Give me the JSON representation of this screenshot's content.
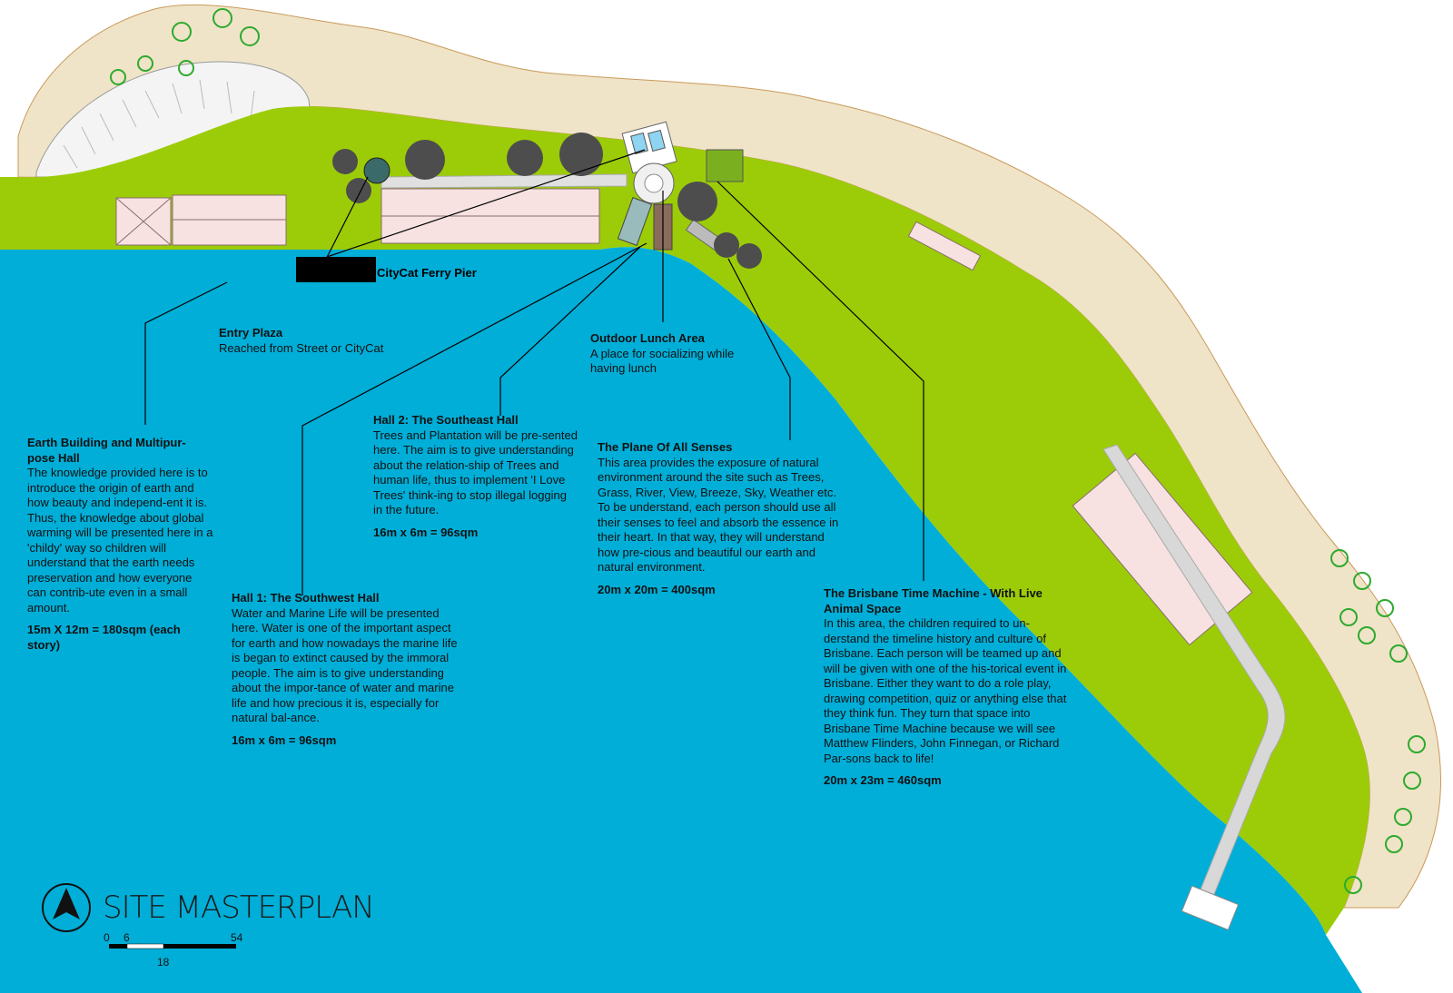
{
  "title": "SITE MASTERPLAN",
  "scale": {
    "labels": [
      "0",
      "6",
      "54",
      "18"
    ]
  },
  "pier_label": "CityCat Ferry Pier",
  "annotations": [
    {
      "id": "entry-plaza",
      "title": "Entry Plaza",
      "body": "Reached from Street or CityCat",
      "size": ""
    },
    {
      "id": "earth-building",
      "title": "Earth Building and Multipur-pose Hall",
      "body": "The knowledge provided here is to introduce the origin of earth and how beauty and independ-ent it is. Thus, the knowledge about global warming will be presented here in a 'childy' way so children will understand that the earth needs preservation and how everyone can contrib-ute even in a small amount.",
      "size": "15m X 12m = 180sqm (each story)"
    },
    {
      "id": "hall-1",
      "title": "Hall 1: The Southwest Hall",
      "body": "Water and Marine Life will be presented here. Water is one of the important aspect for earth and how nowadays the marine life is began to extinct caused by the immoral people. The aim is to give understanding about the impor-tance of water and marine life and how precious it is, especially for natural bal-ance.",
      "size": "16m x 6m = 96sqm"
    },
    {
      "id": "hall-2",
      "title": "Hall 2: The Southeast Hall",
      "body": "Trees and Plantation will be pre-sented here. The aim is to give understanding about the relation-ship of Trees and human life, thus to implement 'I Love Trees' think-ing to stop illegal logging in the future.",
      "size": "16m x 6m = 96sqm"
    },
    {
      "id": "lunch-area",
      "title": "Outdoor Lunch Area",
      "body": "A place for socializing while having lunch",
      "size": ""
    },
    {
      "id": "plane-senses",
      "title": "The Plane Of All Senses",
      "body": "This area provides the exposure of natural environment around the site such as Trees, Grass, River, View, Breeze, Sky, Weather etc. To be understand, each person should use all their senses to feel and absorb the essence in their heart. In that way, they will understand how pre-cious and beautiful our earth and natural environment.",
      "size": "20m x 20m = 400sqm"
    },
    {
      "id": "time-machine",
      "title": "The Brisbane Time Machine - With Live Animal Space",
      "body": "In this area, the children required to un-derstand the timeline history and culture of Brisbane. Each person will be teamed up and will be given with one of the his-torical event in Brisbane. Either they want to do a role play, drawing competition, quiz or anything else that they think fun. They turn that space into Brisbane Time Machine because we will see Matthew Flinders, John Finnegan, or Richard Par-sons back to life!",
      "size": "20m x 23m = 460sqm"
    }
  ],
  "colors": {
    "water": "#00aed8",
    "grass": "#9ccc08",
    "sand": "#efe4c8",
    "building": "#f7e1e1",
    "path": "#d8d8d8"
  },
  "icons": [
    "north-arrow-icon"
  ]
}
